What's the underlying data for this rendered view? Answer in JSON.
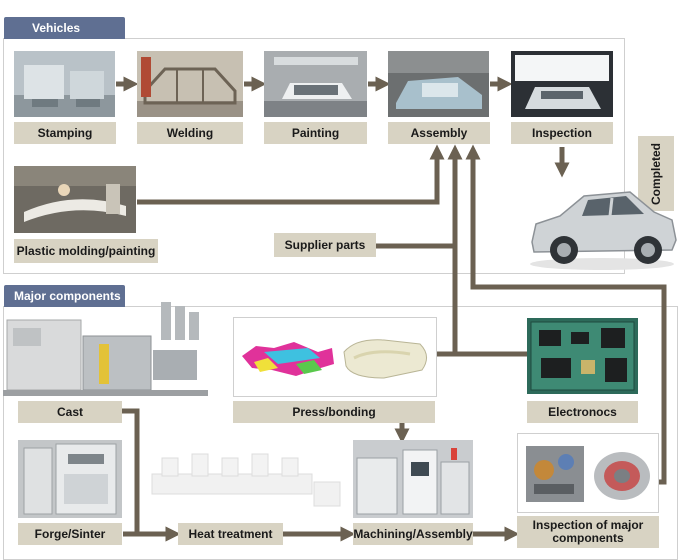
{
  "sections": {
    "vehicles": "Vehicles",
    "major_components": "Major components"
  },
  "vehicle_steps": [
    "Stamping",
    "Welding",
    "Painting",
    "Assembly",
    "Inspection"
  ],
  "completed": "Completed",
  "plastic": "Plastic molding/painting",
  "supplier": "Supplier parts",
  "components": {
    "cast": "Cast",
    "press": "Press/bonding",
    "electronics": "Electronocs",
    "forge": "Forge/Sinter",
    "heat": "Heat treatment",
    "machining": "Machining/Assembly",
    "inspection_line1": "Inspection of major",
    "inspection_line2": "components"
  },
  "colors": {
    "tab": "#5f6f92",
    "label_bg": "#d8d3c3",
    "connector": "#6b6152"
  }
}
